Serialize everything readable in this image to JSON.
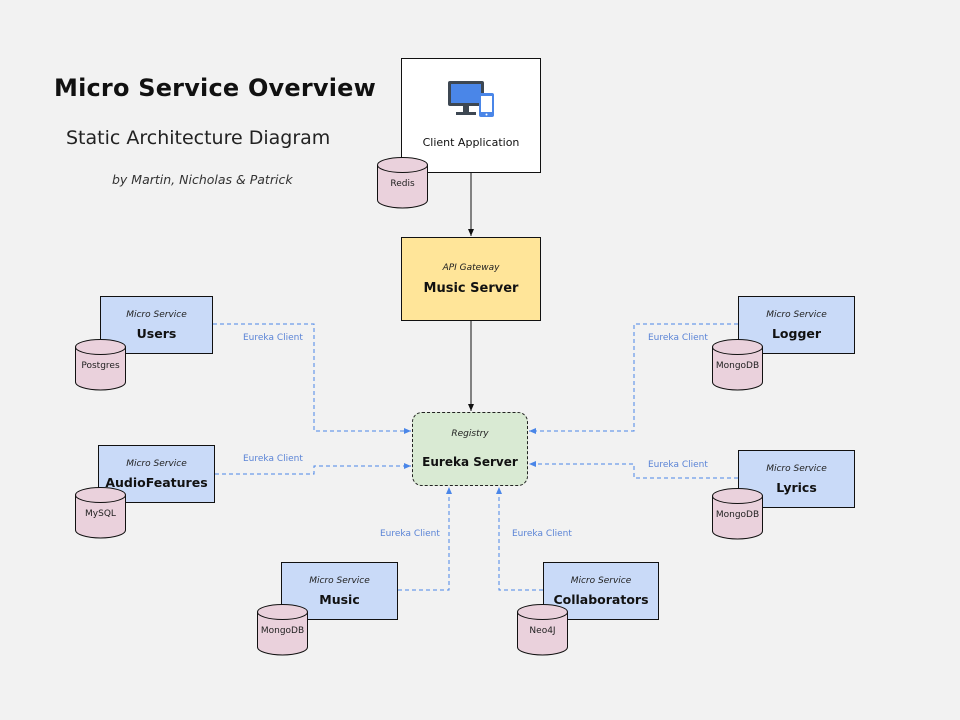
{
  "header": {
    "title": "Micro Service Overview",
    "subtitle": "Static Architecture Diagram",
    "authors": "by Martin, Nicholas & Patrick"
  },
  "client": {
    "label": "Client Application",
    "icon": "desktop-and-phone-icon",
    "icon_color": "#4a86e8",
    "icon_dark": "#3d4752"
  },
  "gateway": {
    "kind": "API Gateway",
    "name": "Music Server"
  },
  "registry": {
    "kind": "Registry",
    "name": "Eureka Server"
  },
  "services": {
    "users": {
      "kind": "Micro Service",
      "name": "Users"
    },
    "audio": {
      "kind": "Micro Service",
      "name": "AudioFeatures"
    },
    "music": {
      "kind": "Micro Service",
      "name": "Music"
    },
    "collab": {
      "kind": "Micro Service",
      "name": "Collaborators"
    },
    "logger": {
      "kind": "Micro Service",
      "name": "Logger"
    },
    "lyrics": {
      "kind": "Micro Service",
      "name": "Lyrics"
    }
  },
  "databases": {
    "redis": "Redis",
    "users": "Postgres",
    "audio": "MySQL",
    "music": "MongoDB",
    "collab": "Neo4J",
    "logger": "MongoDB",
    "lyrics": "MongoDB"
  },
  "edge_label": "Eureka Client",
  "colors": {
    "background": "#f2f2f2",
    "service_fill": "#c9daf8",
    "gateway_fill": "#ffe599",
    "registry_fill": "#d9ead3",
    "db_fill": "#ead1dc",
    "eureka_link": "#4a86e8"
  }
}
